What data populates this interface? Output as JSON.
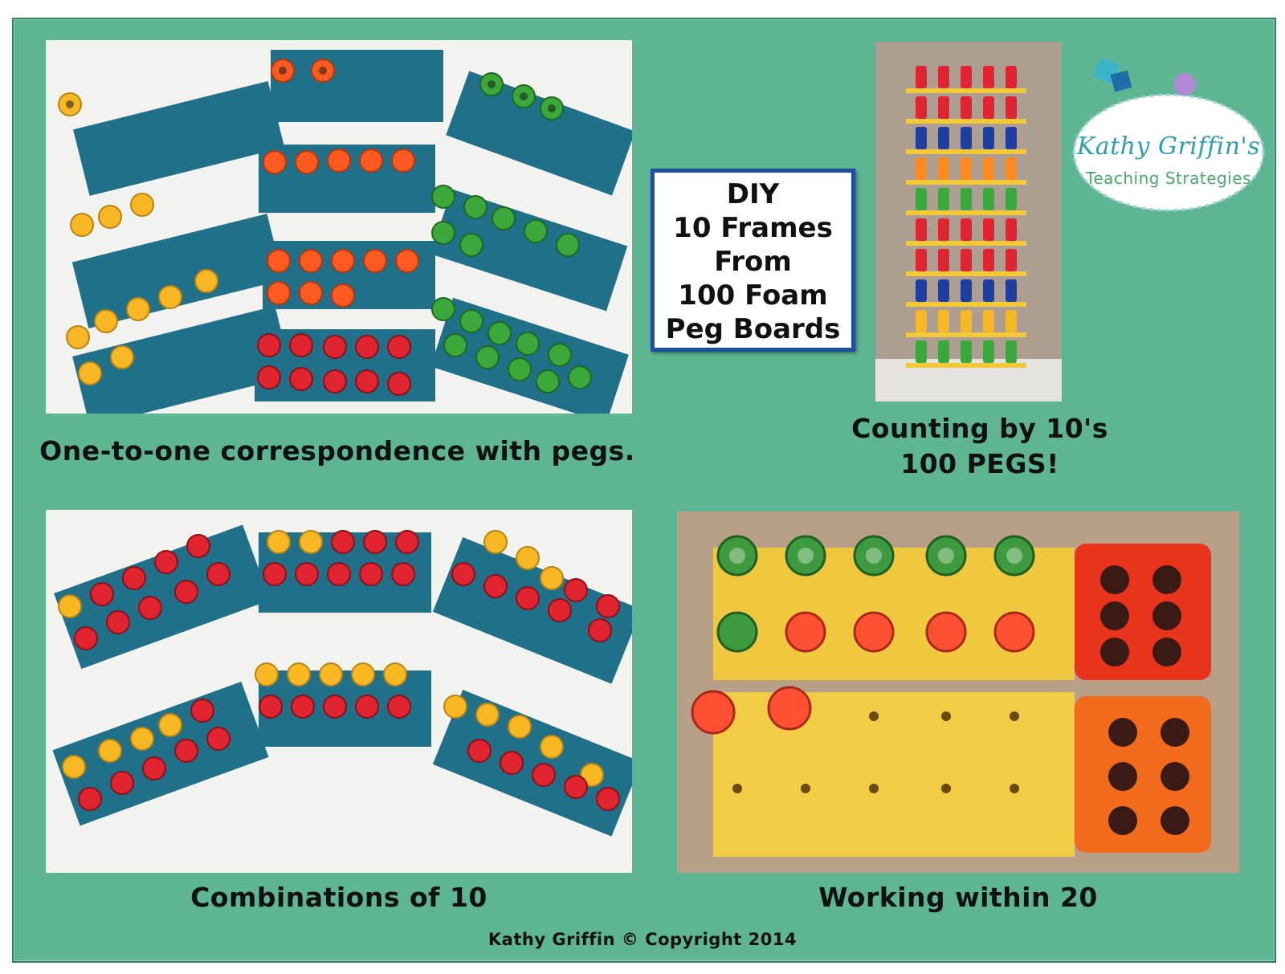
{
  "title_box": {
    "line1": "DIY",
    "line2": "10 Frames",
    "line3": "From",
    "line4": "100 Foam",
    "line5": "Peg Boards"
  },
  "captions": {
    "top_left": "One-to-one correspondence with pegs.",
    "counting_line1": "Counting by 10's",
    "counting_line2": "100 PEGS!",
    "bottom_left": "Combinations of 10",
    "bottom_right": "Working within 20"
  },
  "logo": {
    "line1": "Kathy Griffin's",
    "line2": "Teaching Strategies"
  },
  "footer": "Kathy Griffin © Copyright 2014",
  "colors": {
    "background": "#5db591",
    "title_border": "#1e4fa3",
    "foam_blue": "#1f7088",
    "foam_yellow": "#f3c93a",
    "peg_red": "#e02530",
    "peg_orange": "#ff5a1f",
    "peg_yellow": "#f7b824",
    "peg_green": "#3aa83a"
  }
}
